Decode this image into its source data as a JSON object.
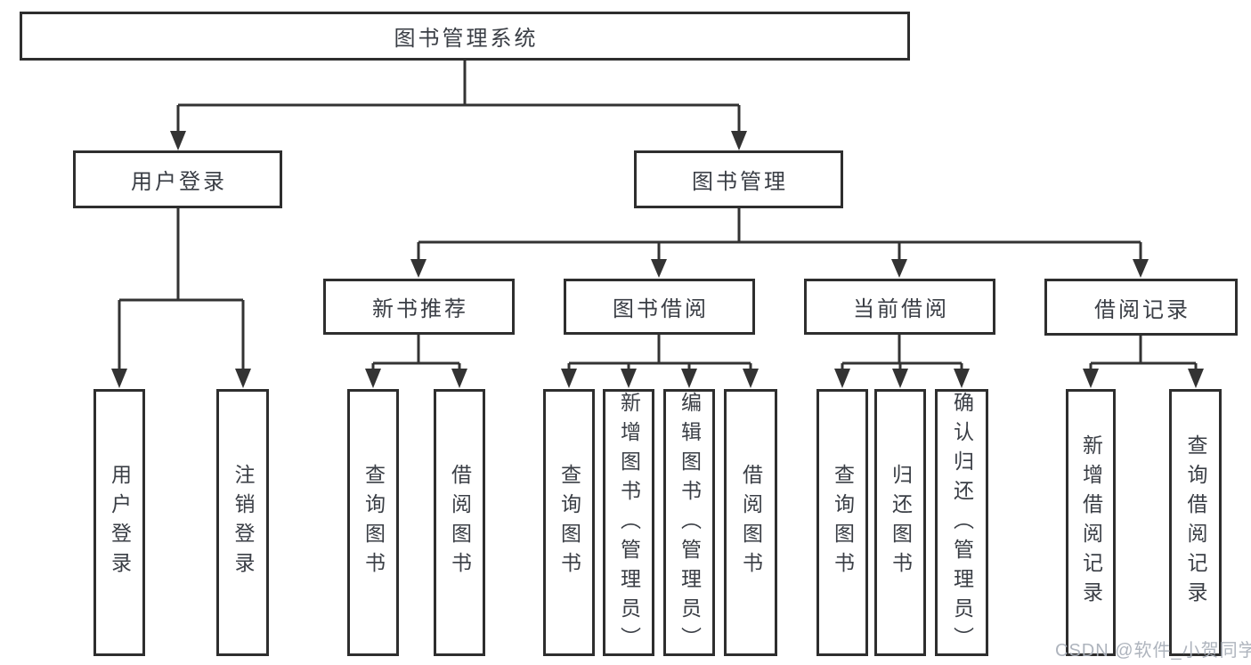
{
  "tree": {
    "root": {
      "label": "图书管理系统"
    },
    "level2": [
      {
        "label": "用户登录"
      },
      {
        "label": "图书管理"
      }
    ],
    "level3": [
      {
        "label": "新书推荐"
      },
      {
        "label": "图书借阅"
      },
      {
        "label": "当前借阅"
      },
      {
        "label": "借阅记录"
      }
    ],
    "leaves": {
      "user_login": [
        {
          "label": "用户登录"
        },
        {
          "label": "注销登录"
        }
      ],
      "new_book_recommend": [
        {
          "label": "查询图书"
        },
        {
          "label": "借阅图书"
        }
      ],
      "book_borrow": [
        {
          "label": "查询图书"
        },
        {
          "label": "新增图书（管理员）"
        },
        {
          "label": "编辑图书（管理员）"
        },
        {
          "label": "借阅图书"
        }
      ],
      "current_borrow": [
        {
          "label": "查询图书"
        },
        {
          "label": "归还图书"
        },
        {
          "label": "确认归还（管理员）"
        }
      ],
      "borrow_record": [
        {
          "label": "新增借阅记录"
        },
        {
          "label": "查询借阅记录"
        }
      ]
    }
  },
  "watermark": {
    "text": "CSDN @软件_小贺同学"
  },
  "colors": {
    "line": "#333333",
    "box_border": "#2e2e2e",
    "text": "#3a3e45",
    "watermark": "#aab0ba",
    "background": "#ffffff"
  }
}
